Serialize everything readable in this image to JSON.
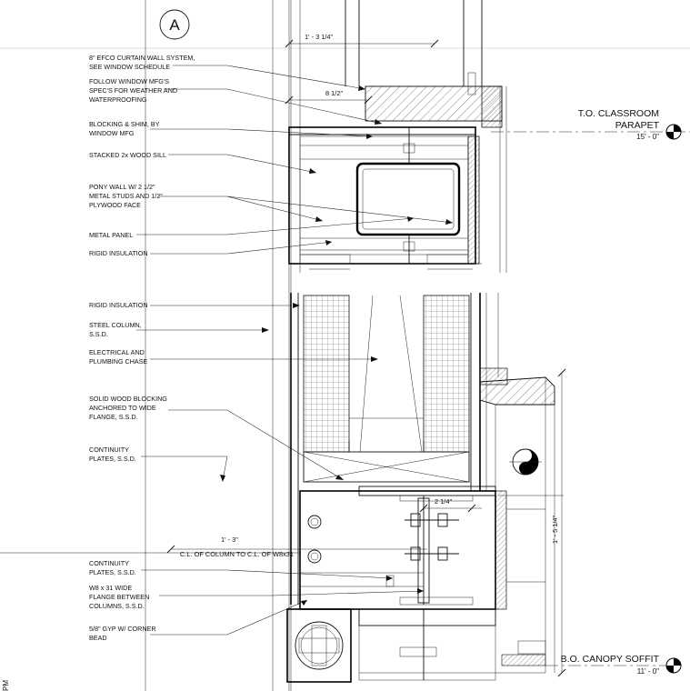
{
  "section_marker": "A",
  "notes": [
    {
      "key": "curtain_wall",
      "lines": [
        "8\" EFCO CURTAIN WALL SYSTEM,",
        "SEE WINDOW SCHEDULE"
      ]
    },
    {
      "key": "follow_mfg",
      "lines": [
        "FOLLOW WINDOW MFG'S",
        "SPEC'S FOR WEATHER AND",
        "WATERPROOFING"
      ]
    },
    {
      "key": "blocking_shim",
      "lines": [
        "BLOCKING & SHIM, BY",
        "WINDOW MFG"
      ]
    },
    {
      "key": "wood_sill",
      "lines": [
        "STACKED 2x WOOD SILL"
      ]
    },
    {
      "key": "pony_wall",
      "lines": [
        "PONY WALL W/ 2 1/2\"",
        "METAL STUDS AND 1/2\"",
        "PLYWOOD FACE"
      ]
    },
    {
      "key": "metal_panel",
      "lines": [
        "METAL PANEL"
      ]
    },
    {
      "key": "rigid_insulation_1",
      "lines": [
        "RIGID INSULATION"
      ]
    },
    {
      "key": "rigid_insulation_2",
      "lines": [
        "RIGID INSULATION"
      ]
    },
    {
      "key": "steel_column",
      "lines": [
        "STEEL COLUMN,",
        "S.S.D."
      ]
    },
    {
      "key": "chase",
      "lines": [
        "ELECTRICAL AND",
        "PLUMBING CHASE"
      ]
    },
    {
      "key": "wood_blocking",
      "lines": [
        "SOLID WOOD BLOCKING",
        "ANCHORED TO WIDE",
        "FLANGE, S.S.D."
      ]
    },
    {
      "key": "continuity_1",
      "lines": [
        "CONTINUITY",
        "PLATES, S.S.D."
      ]
    },
    {
      "key": "continuity_2",
      "lines": [
        "CONTINUITY",
        "PLATES, S.S.D."
      ]
    },
    {
      "key": "w8x31",
      "lines": [
        "W8 x 31 WIDE",
        "FLANGE BETWEEN",
        "COLUMNS, S.S.D."
      ]
    },
    {
      "key": "gyp",
      "lines": [
        "5/8\" GYP W/ CORNER",
        "BEAD"
      ]
    }
  ],
  "dimensions": {
    "top": "1' - 3 1/4\"",
    "sill": "8 1/2\"",
    "column_offset": "1' - 3\"",
    "column_note": "C.L. OF COLUMN TO C.L. OF W8x31",
    "flange": "2 1/4\"",
    "vertical": "1' - 5 1/4\""
  },
  "elevations": [
    {
      "key": "parapet",
      "lines": [
        "T.O. CLASSROOM",
        "PARAPET"
      ],
      "value": "15' - 0\""
    },
    {
      "key": "soffit",
      "lines": [
        "B.O. CANOPY SOFFIT"
      ],
      "value": "11' - 0\""
    }
  ],
  "edge_text": "PM"
}
